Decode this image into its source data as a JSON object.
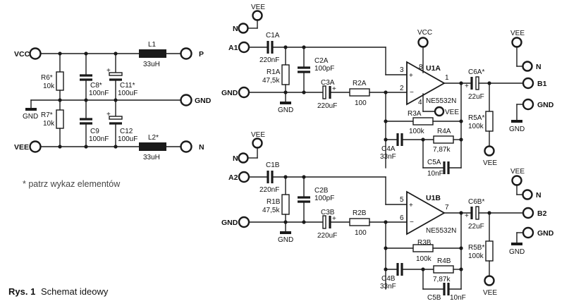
{
  "caption": {
    "prefix": "Rys. 1",
    "text": "Schemat ideowy"
  },
  "note": "* patrz wykaz elementów",
  "power": {
    "vcc": "VCC",
    "vee": "VEE",
    "gnd_left": "GND",
    "gnd_right": "GND",
    "p": "P",
    "n": "N",
    "l1_name": "L1",
    "l1_value": "33uH",
    "l2_name": "L2*",
    "l2_value": "33uH",
    "r6_name": "R6*",
    "r6_value": "10k",
    "r7_name": "R7*",
    "r7_value": "10k",
    "c8_name": "C8*",
    "c8_value": "100nF",
    "c11_name": "C11*",
    "c11_value": "100uF",
    "c9_name": "C9",
    "c9_value": "100nF",
    "c12_name": "C12",
    "c12_value": "100uF"
  },
  "channel_a": {
    "input": "A1",
    "output": "B1",
    "vee_top": "VEE",
    "n_top": "N",
    "gnd_in": "GND",
    "gnd_sym": "GND",
    "vcc": "VCC",
    "vee_op": "VEE",
    "vee_out": "VEE",
    "n_out": "N",
    "gnd_out": "GND",
    "gnd_out_sym": "GND",
    "vee_r5": "VEE",
    "c1_name": "C1A",
    "c1_value": "220nF",
    "r1_name": "R1A",
    "r1_value": "47,5k",
    "c2_name": "C2A",
    "c2_value": "100pF",
    "c3_name": "C3A",
    "c3_value": "220uF",
    "r2_name": "R2A",
    "r2_value": "100",
    "op_name": "U1A",
    "op_part": "NE5532N",
    "pin_plus": "3",
    "pin_minus": "2",
    "pin_out": "1",
    "pin_vcc": "8",
    "pin_vee": "4",
    "r3_name": "R3A",
    "r3_value": "100k",
    "c4_name": "C4A",
    "c4_value": "33nF",
    "r4_name": "R4A",
    "r4_value": "7,87k",
    "c5_name": "C5A",
    "c5_value": "10nF",
    "c6_name": "C6A*",
    "c6_value": "22uF",
    "r5_name": "R5A*",
    "r5_value": "100k"
  },
  "channel_b": {
    "input": "A2",
    "output": "B2",
    "vee_top": "VEE",
    "n_top": "N",
    "gnd_in": "GND",
    "gnd_sym": "GND",
    "vee_out": "VEE",
    "n_out": "N",
    "gnd_out": "GND",
    "gnd_out_sym": "GND",
    "vee_r5": "VEE",
    "c1_name": "C1B",
    "c1_value": "220nF",
    "r1_name": "R1B",
    "r1_value": "47,5k",
    "c2_name": "C2B",
    "c2_value": "100pF",
    "c3_name": "C3B",
    "c3_value": "220uF",
    "r2_name": "R2B",
    "r2_value": "100",
    "op_name": "U1B",
    "op_part": "NE5532N",
    "pin_plus": "5",
    "pin_minus": "6",
    "pin_out": "7",
    "r3_name": "R3B",
    "r3_value": "100k",
    "c4_name": "C4B",
    "c4_value": "33nF",
    "r4_name": "R4B",
    "r4_value": "7,87k",
    "c5_name": "C5B",
    "c5_value": "10nF",
    "c6_name": "C6B*",
    "c6_value": "22uF",
    "r5_name": "R5B*",
    "r5_value": "100k"
  }
}
